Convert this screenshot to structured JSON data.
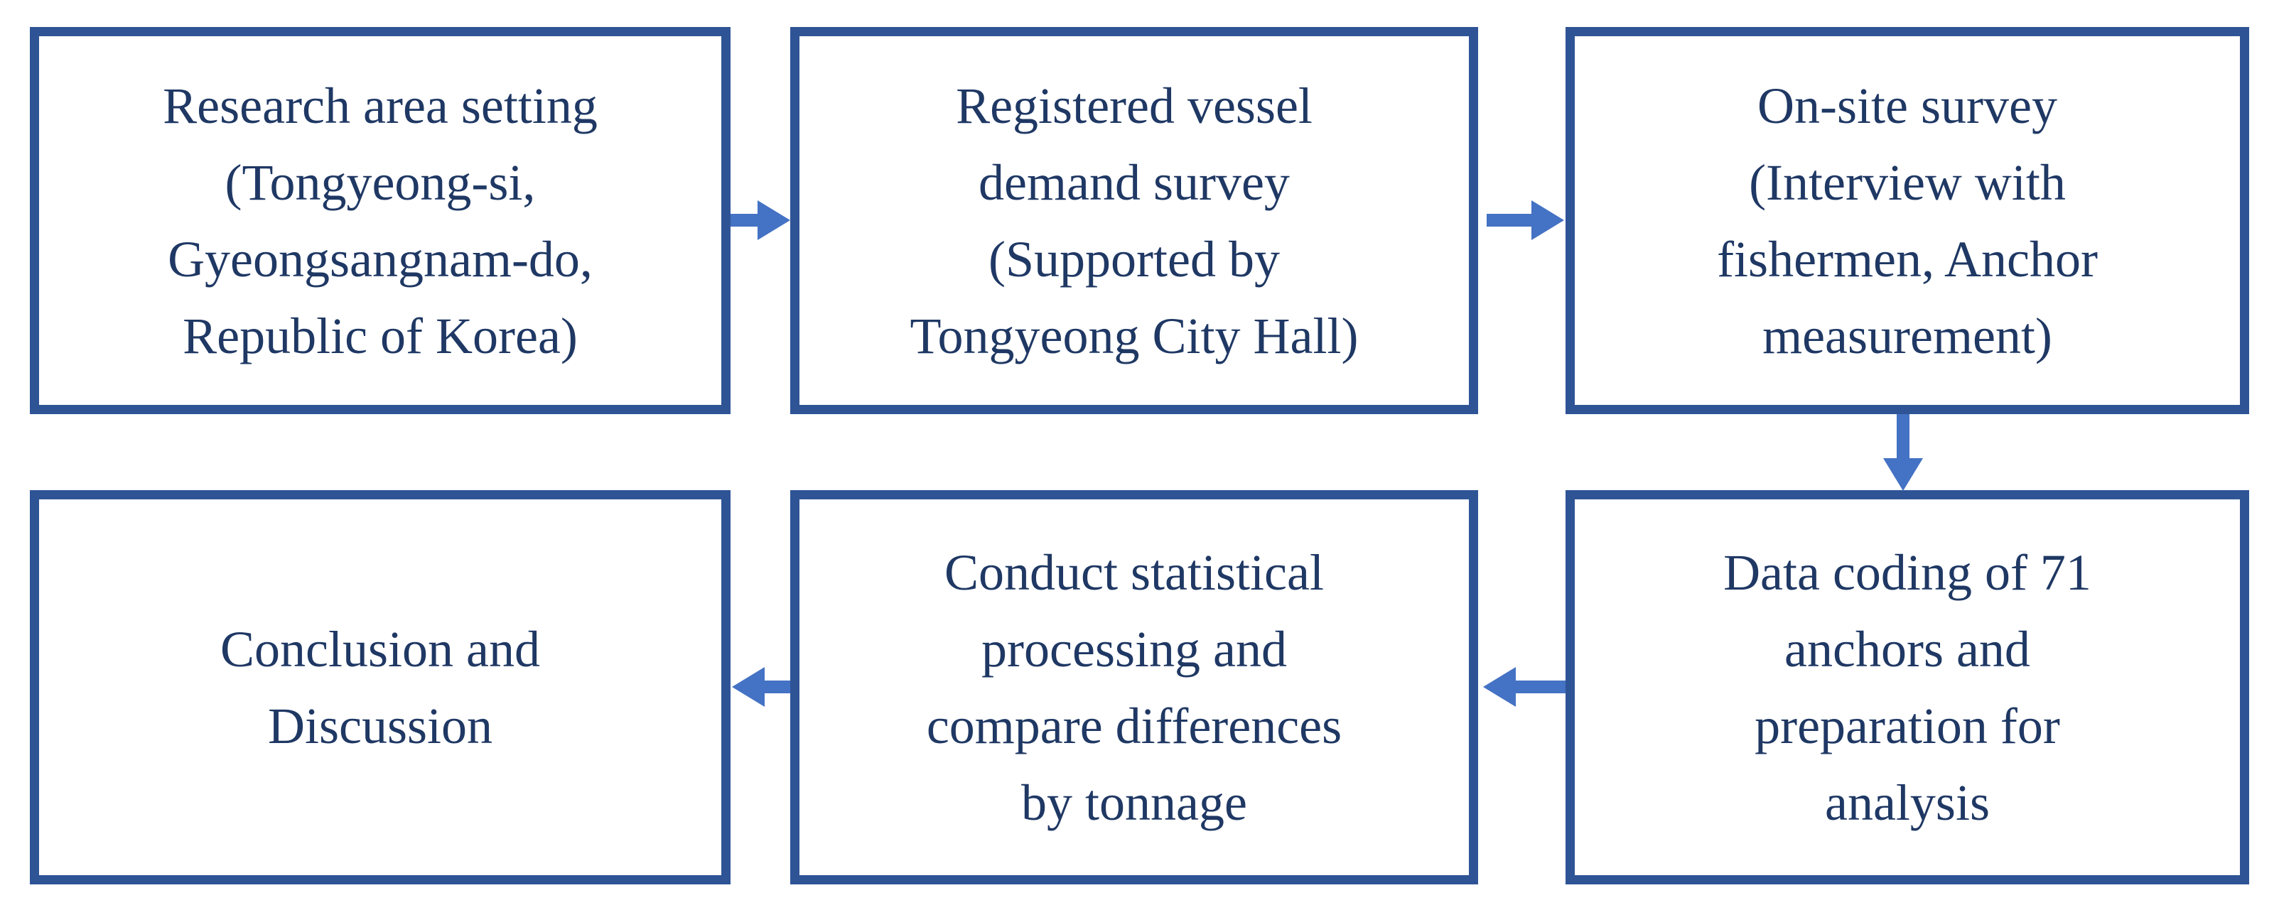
{
  "colors": {
    "background": "#ffffff",
    "box_border": "#2F5496",
    "box_fill": "#ffffff",
    "text": "#1F3864",
    "arrow": "#4472C4"
  },
  "flowchart": {
    "rows": 2,
    "columns": 3,
    "boxes": [
      {
        "id": "research-area-setting",
        "lines": [
          "Research area setting",
          "(Tongyeong-si,",
          "Gyeongsangnam-do,",
          "Republic of Korea)"
        ]
      },
      {
        "id": "registered-vessel-demand-survey",
        "lines": [
          "Registered vessel",
          "demand survey",
          "(Supported by",
          "Tongyeong City Hall)"
        ]
      },
      {
        "id": "on-site-survey",
        "lines": [
          "On-site survey",
          "(Interview with",
          "fishermen, Anchor",
          "measurement)"
        ]
      },
      {
        "id": "conclusion-and-discussion",
        "lines": [
          "Conclusion and",
          "Discussion"
        ]
      },
      {
        "id": "statistical-processing",
        "lines": [
          "Conduct statistical",
          "processing and",
          "compare differences",
          "by tonnage"
        ]
      },
      {
        "id": "data-coding",
        "lines": [
          "Data coding of 71",
          "anchors and",
          "preparation for",
          "analysis"
        ]
      }
    ],
    "arrows": [
      {
        "from": "research-area-setting",
        "to": "registered-vessel-demand-survey",
        "direction": "right"
      },
      {
        "from": "registered-vessel-demand-survey",
        "to": "on-site-survey",
        "direction": "right"
      },
      {
        "from": "on-site-survey",
        "to": "data-coding",
        "direction": "down"
      },
      {
        "from": "data-coding",
        "to": "statistical-processing",
        "direction": "left"
      },
      {
        "from": "statistical-processing",
        "to": "conclusion-and-discussion",
        "direction": "left"
      }
    ]
  }
}
